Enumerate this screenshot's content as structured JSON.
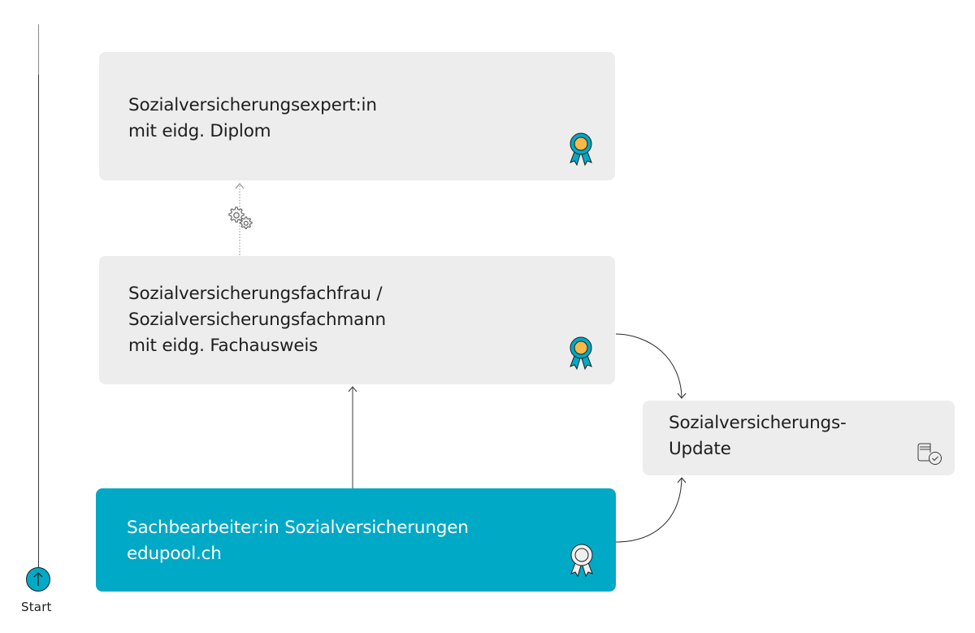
{
  "timeline": {
    "start_label": "Start",
    "start_icon": "arrow-up-icon"
  },
  "cards": {
    "expert": {
      "title": "Sozialversicherungsexpert:in\nmit eidg. Diplom",
      "icon": "award-ribbon-gold-icon"
    },
    "fachausweis": {
      "title": "Sozialversicherungsfachfrau /\nSozialversicherungsfachmann\nmit eidg. Fachausweis",
      "icon": "award-ribbon-gold-icon"
    },
    "sachbearbeiter": {
      "title": "Sachbearbeiter:in Sozialversicherungen\nedupool.ch",
      "icon": "award-ribbon-silver-icon"
    },
    "update": {
      "title": "Sozialversicherungs-\nUpdate",
      "icon": "book-check-icon"
    }
  },
  "connectors": {
    "fachausweis_to_expert": {
      "style": "dotted",
      "icon": "gears-icon"
    },
    "sachbearbeiter_to_fachausweis": {
      "style": "solid"
    },
    "fachausweis_to_update": {
      "style": "curved"
    },
    "sachbearbeiter_to_update": {
      "style": "curved"
    }
  },
  "colors": {
    "teal": "#00a9c6",
    "card_gray": "#ededed",
    "gold": "#f6b94a",
    "text": "#1e1e1e"
  }
}
